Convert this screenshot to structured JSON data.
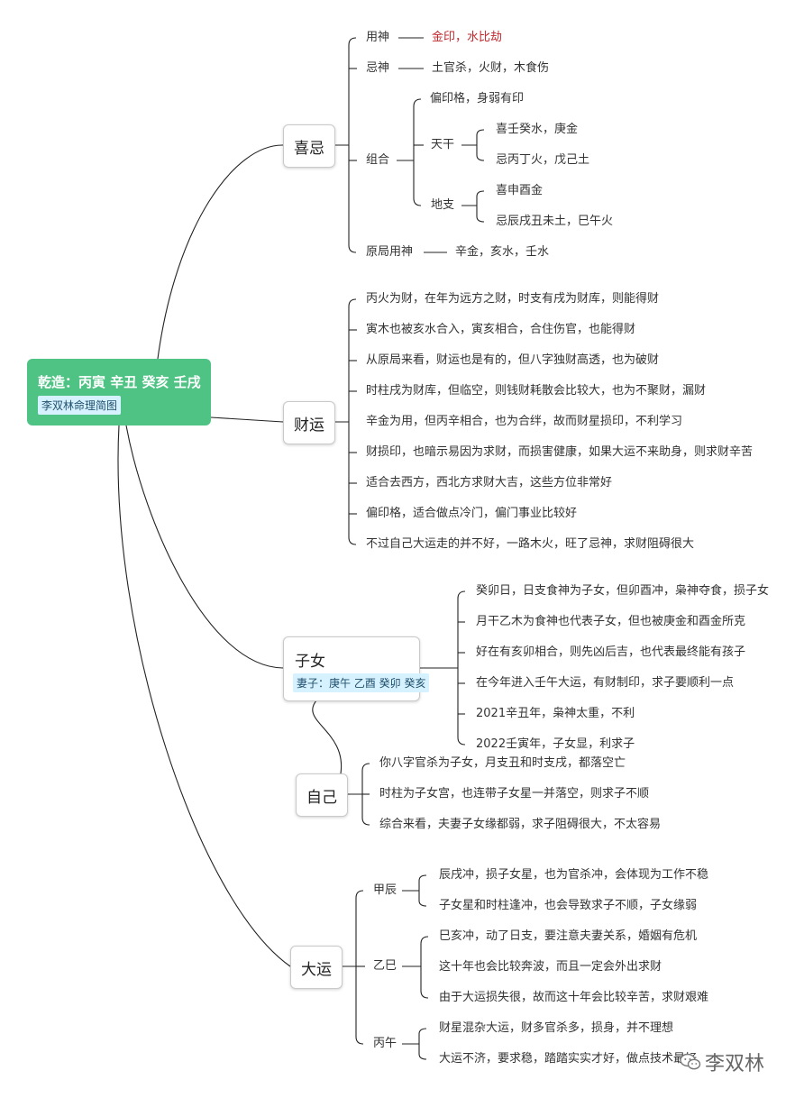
{
  "root": {
    "title": "乾造：丙寅 辛丑 癸亥 壬戌",
    "tag": "李双林命理简图"
  },
  "branches": {
    "xiji": {
      "label": "喜忌",
      "yongshen": {
        "label": "用神",
        "value": "金印，水比劫"
      },
      "jishen": {
        "label": "忌神",
        "value": "土官杀，火财，木食伤"
      },
      "zuhe": {
        "label": "组合",
        "geju": "偏印格，身弱有印",
        "tiangan": {
          "label": "天干",
          "items": [
            "喜壬癸水，庚金",
            "忌丙丁火，戊己土"
          ]
        },
        "dizhi": {
          "label": "地支",
          "items": [
            "喜申酉金",
            "忌辰戌丑未土，巳午火"
          ]
        }
      },
      "yuanju": {
        "label": "原局用神",
        "value": "辛金，亥水，壬水"
      }
    },
    "caiyun": {
      "label": "财运",
      "items": [
        "丙火为财，在年为远方之财，时支有戌为财库，则能得财",
        "寅木也被亥水合入，寅亥相合，合住伤官，也能得财",
        "从原局来看，财运也是有的，但八字独财高透，也为破财",
        "时柱戌为财库，但临空，则钱财耗散会比较大，也为不聚财，漏财",
        "辛金为用，但丙辛相合，也为合绊，故而财星损印，不利学习",
        "财损印，也暗示易因为求财，而损害健康，如果大运不来助身，则求财辛苦",
        "适合去西方，西北方求财大吉，这些方位非常好",
        "偏印格，适合做点冷门，偏门事业比较好",
        "不过自己大运走的并不好，一路木火，旺了忌神，求财阻碍很大"
      ]
    },
    "zinv": {
      "label": "子女",
      "tag": "妻子：庚午 乙酉 癸卯 癸亥",
      "items": [
        "癸卯日，日支食神为子女，但卯酉冲，枭神夺食，损子女",
        "月干乙木为食神也代表子女，但也被庚金和酉金所克",
        "好在有亥卯相合，则先凶后吉，也代表最终能有孩子",
        "在今年进入壬午大运，有财制印，求子要顺利一点",
        "2021辛丑年，枭神太重，不利",
        "2022壬寅年，子女显，利求子"
      ]
    },
    "ziji": {
      "label": "自己",
      "items": [
        "你八字官杀为子女，月支丑和时支戌，都落空亡",
        "时柱为子女宫，也连带子女星一并落空，则求子不顺",
        "综合来看，夫妻子女缘都弱，求子阻碍很大，不太容易"
      ]
    },
    "dayun": {
      "label": "大运",
      "jiachen": {
        "label": "甲辰",
        "items": [
          "辰戌冲，损子女星，也为官杀冲，会体现为工作不稳",
          "子女星和时柱逢冲，也会导致求子不顺，子女缘弱"
        ]
      },
      "yisi": {
        "label": "乙巳",
        "items": [
          "巳亥冲，动了日支，要注意夫妻关系，婚姻有危机",
          "这十年也会比较奔波，而且一定会外出求财",
          "由于大运损失很，故而这十年会比较辛苦，求财艰难"
        ]
      },
      "bingwu": {
        "label": "丙午",
        "items": [
          "财星混杂大运，财多官杀多，损身，并不理想",
          "大运不济，要求稳，踏踏实实才好，做点技术最好"
        ]
      }
    }
  },
  "watermark": {
    "text": "李双林",
    "icon": "wechat-icon"
  },
  "colors": {
    "root_bg": "#4ec384",
    "tag_bg": "#d6f1ff",
    "highlight": "#c0282e"
  }
}
